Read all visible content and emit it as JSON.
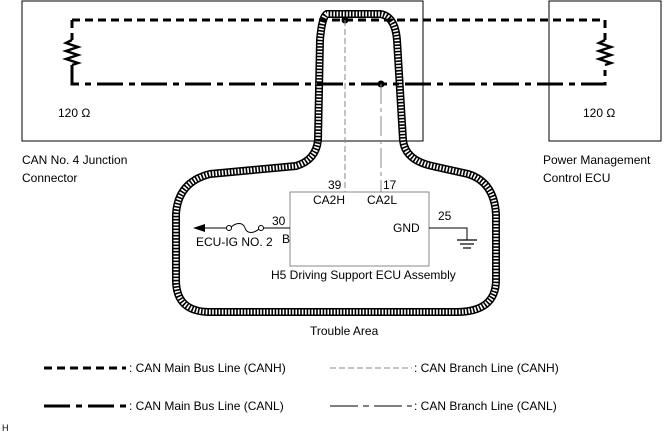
{
  "components": {
    "junction_connector": {
      "label_line1": "CAN No. 4 Junction",
      "label_line2": "Connector",
      "resistance": "120 Ω"
    },
    "power_mgmt_ecu": {
      "label_line1": "Power Management",
      "label_line2": "Control ECU",
      "resistance": "120 Ω"
    },
    "driving_support_ecu": {
      "label": "H5  Driving Support ECU Assembly",
      "pins": {
        "ca2h": {
          "number": "39",
          "name": "CA2H"
        },
        "ca2l": {
          "number": "17",
          "name": "CA2L"
        },
        "b": {
          "number": "30",
          "name": "B"
        },
        "gnd": {
          "number": "25",
          "name": "GND"
        }
      }
    },
    "fuse": {
      "label": "ECU-IG NO. 2"
    }
  },
  "trouble_area": {
    "label": "Trouble Area"
  },
  "legend": {
    "main_canh": ": CAN Main Bus Line (CANH)",
    "branch_canh": ": CAN Branch Line (CANH)",
    "main_canl": ": CAN Main Bus Line (CANL)",
    "branch_canl": ": CAN Branch Line (CANL)"
  },
  "corner_mark": "H"
}
